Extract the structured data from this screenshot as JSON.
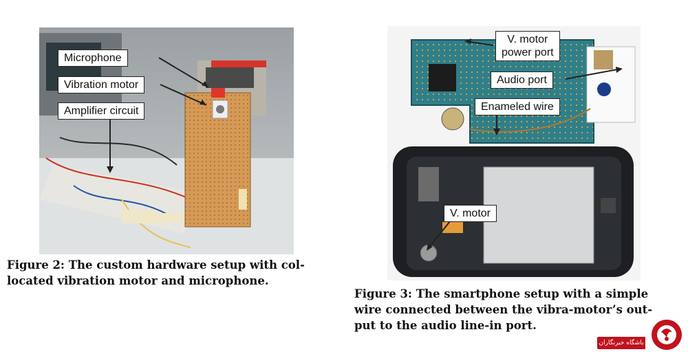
{
  "figure2": {
    "labels": {
      "microphone": "Microphone",
      "vibration_motor": "Vibration motor",
      "amplifier": "Amplifier circuit"
    },
    "caption_lines": [
      "Figure 2: The custom hardware setup with col-",
      "located vibration motor and microphone."
    ]
  },
  "figure3": {
    "labels": {
      "vmotor_power_port_line1": "V. motor",
      "vmotor_power_port_line2": "power port",
      "audio_port": "Audio port",
      "enameled_wire": "Enameled wire",
      "vmotor": "V. motor"
    },
    "caption_lines": [
      "Figure 3: The smartphone setup with a simple",
      "wire connected between the vibra-motor’s out-",
      "put to the audio line-in port."
    ]
  },
  "watermark": {
    "text": "باشگاه خبرنگاران",
    "logo_icon": "red-circle-logo-icon",
    "color": "#c1121f"
  }
}
